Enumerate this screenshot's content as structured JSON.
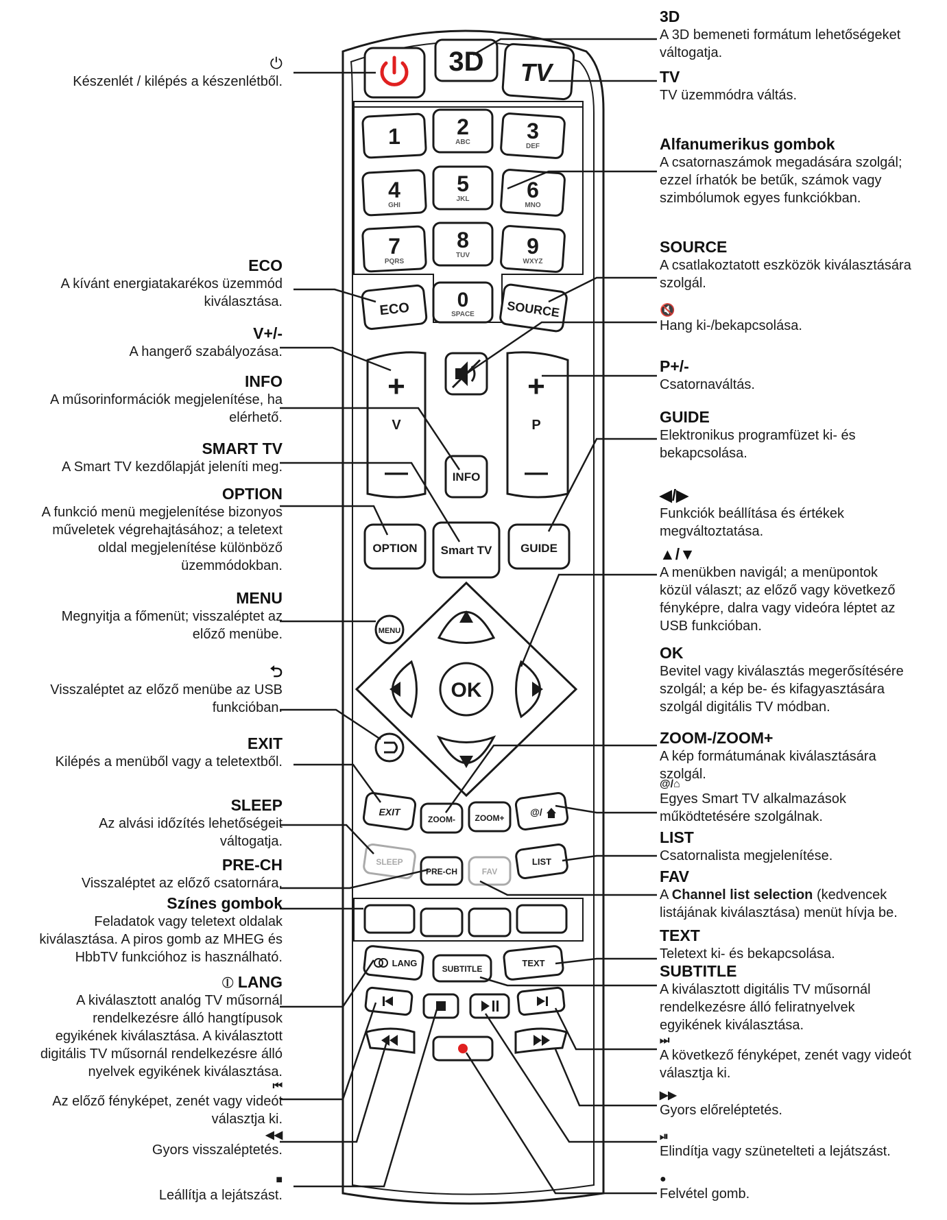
{
  "colors": {
    "power": "#e02020",
    "record": "#e02020",
    "ink": "#1a1a1a",
    "body": "#ffffff"
  },
  "remote": {
    "b3d": "3D",
    "tv": "TV",
    "n1": "1",
    "n2": "2",
    "n2s": "ABC",
    "n3": "3",
    "n3s": "DEF",
    "n4": "4",
    "n4s": "GHI",
    "n5": "5",
    "n5s": "JKL",
    "n6": "6",
    "n6s": "MNO",
    "n7": "7",
    "n7s": "PQRS",
    "n8": "8",
    "n8s": "TUV",
    "n9": "9",
    "n9s": "WXYZ",
    "eco": "ECO",
    "n0": "0",
    "n0s": "SPACE",
    "source": "SOURCE",
    "vplus": "+",
    "vlabel": "V",
    "vminus": "—",
    "pplus": "+",
    "plabel": "P",
    "pminus": "—",
    "info": "INFO",
    "option": "OPTION",
    "smarttv": "Smart TV",
    "guide": "GUIDE",
    "menu": "MENU",
    "ok": "OK",
    "exit": "EXIT",
    "zoomminus": "ZOOM-",
    "zoomplus": "ZOOM+",
    "at": "@/",
    "sleep": "SLEEP",
    "prech": "PRE-CH",
    "fav": "FAV",
    "list": "LIST",
    "lang": "LANG",
    "subtitle": "SUBTITLE",
    "text": "TEXT"
  },
  "icons": {
    "power": "power-icon",
    "mute": "mute-icon",
    "back": "back-arrow-icon",
    "lang": "dual-circle-icon",
    "prev": "skip-previous-icon",
    "stop": "stop-icon",
    "playpause": "play-pause-icon",
    "next": "skip-next-icon",
    "rewind": "rewind-icon",
    "forward": "fast-forward-icon",
    "record": "record-icon",
    "home": "home-icon"
  },
  "left": {
    "power": {
      "title": "",
      "desc": "Készenlét / kilépés a készenlétből."
    },
    "eco": {
      "title": "ECO",
      "desc": "A kívánt energiatakarékos üzemmód\nkiválasztása."
    },
    "vol": {
      "title": "V+/-",
      "desc": "A hangerő szabályozása."
    },
    "info": {
      "title": "INFO",
      "desc": "A műsorinformációk megjelenítése, ha\nelérhető."
    },
    "smarttv": {
      "title": "SMART TV",
      "desc": "A Smart TV kezdőlapját jeleníti meg."
    },
    "option": {
      "title": "OPTION",
      "desc": "A funkció menü megjelenítése bizonyos\nműveletek végrehajtásához; a teletext\noldal megjelenítése különböző\nüzemmódokban."
    },
    "menu": {
      "title": "MENU",
      "desc": "Megnyitja a főmenüt; visszaléptet az\nelőző menübe."
    },
    "back": {
      "title": "",
      "desc": "Visszaléptet az előző menübe az USB\nfunkcióban."
    },
    "exit": {
      "title": "EXIT",
      "desc": "Kilépés a menüből vagy a teletextből."
    },
    "sleep": {
      "title": "SLEEP",
      "desc": "Az alvási időzítés lehetőségeit\nváltogatja."
    },
    "prech": {
      "title": "PRE-CH",
      "desc": "Visszaléptet az előző csatornára."
    },
    "color": {
      "title": "Színes gombok",
      "desc": "Feladatok vagy teletext oldalak\nkiválasztása. A piros gomb az MHEG és\nHbbTV funkcióhoz is használható."
    },
    "lang": {
      "title": "LANG",
      "desc": "A kiválasztott analóg TV műsornál\nrendelkezésre álló hangtípusok\negyikének kiválasztása. A kiválasztott\ndigitális TV műsornál rendelkezésre álló\nnyelvek egyikének kiválasztása."
    },
    "prev": {
      "title": "",
      "desc": "Az előző fényképet, zenét vagy videót\nválasztja ki."
    },
    "rewind": {
      "title": "",
      "desc": "Gyors visszaléptetés."
    },
    "stop": {
      "title": "",
      "desc": "Leállítja a lejátszást."
    }
  },
  "right": {
    "b3d": {
      "title": "3D",
      "desc": "A 3D bemeneti formátum lehetőségeket\nváltogatja."
    },
    "tv": {
      "title": "TV",
      "desc": "TV üzemmódra váltás."
    },
    "alnum": {
      "title": "Alfanumerikus gombok",
      "desc": "A csatornaszámok megadására szolgál;\nezzel írhatók be betűk, számok vagy\nszimbólumok egyes funkciókban."
    },
    "source": {
      "title": "SOURCE",
      "desc": "A csatlakoztatott eszközök kiválasztására\nszolgál."
    },
    "mute": {
      "title": "",
      "desc": "Hang ki-/bekapcsolása."
    },
    "prog": {
      "title": "P+/-",
      "desc": "Csatornaváltás."
    },
    "guide": {
      "title": "GUIDE",
      "desc": "Elektronikus programfüzet ki- és\nbekapcsolása."
    },
    "leftright": {
      "title": "◀/▶",
      "desc": "Funkciók beállítása és értékek\nmegváltoztatása."
    },
    "updown": {
      "title": "▲/▼",
      "desc": "A menükben navigál; a menüpontok\nközül választ; az előző vagy következő\nfényképre, dalra vagy videóra léptet az\nUSB funkcióban."
    },
    "ok": {
      "title": "OK",
      "desc": "Bevitel vagy kiválasztás megerősítésére\nszolgál; a kép be- és kifagyasztására\nszolgál digitális TV módban."
    },
    "zoom": {
      "title": "ZOOM-/ZOOM+",
      "desc": "A kép formátumának kiválasztására\nszolgál."
    },
    "smartapps": {
      "title": "",
      "desc": "Egyes Smart TV alkalmazások\nműködtetésére szolgálnak."
    },
    "list": {
      "title": "LIST",
      "desc": "Csatornalista megjelenítése."
    },
    "fav": {
      "title": "FAV",
      "desc_bold": "Channel list selection",
      "desc_pre": "A ",
      "desc_post": " (kedvencek\nlistájának kiválasztása) menüt hívja be."
    },
    "text": {
      "title": "TEXT",
      "desc": "Teletext ki- és bekapcsolása."
    },
    "subtitle": {
      "title": "SUBTITLE",
      "desc": "A kiválasztott digitális TV műsornál\nrendelkezésre álló feliratnyelvek\negyikének kiválasztása."
    },
    "next": {
      "title": "",
      "desc": "A következő fényképet, zenét vagy videót\nválasztja ki."
    },
    "forward": {
      "title": "",
      "desc": "Gyors előreléptetés."
    },
    "playpause": {
      "title": "",
      "desc": "Elindítja vagy szünetelteti a lejátszást."
    },
    "record": {
      "title": "",
      "desc": "Felvétel gomb."
    }
  }
}
